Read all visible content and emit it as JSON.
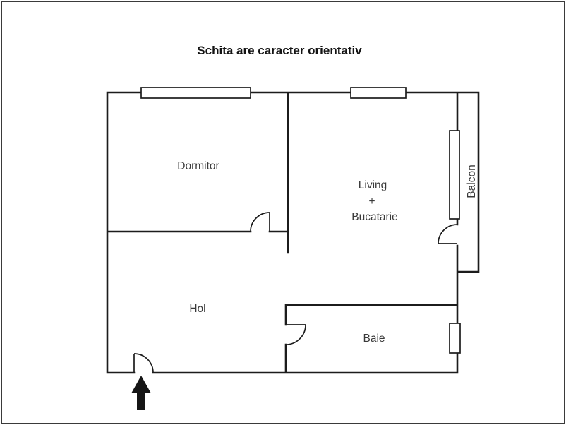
{
  "page": {
    "title": "Schita are caracter orientativ"
  },
  "floor_plan": {
    "rooms": {
      "dormitor": {
        "label": "Dormitor"
      },
      "living_bucatarie": {
        "lines": [
          "Living",
          "+",
          "Bucatarie"
        ]
      },
      "hol": {
        "label": "Hol"
      },
      "baie": {
        "label": "Baie"
      },
      "balcon": {
        "label": "Balcon"
      }
    },
    "symbols": {
      "entrance_arrow_icon": "arrow-up",
      "window_symbol": "double-line-window",
      "door_symbol": "quarter-arc-door"
    }
  },
  "colors": {
    "background": "#ffffff",
    "walls": "#1c1c1c",
    "room_label": "#3a3a3a",
    "title": "#141414",
    "entrance_arrow": "#151515"
  }
}
